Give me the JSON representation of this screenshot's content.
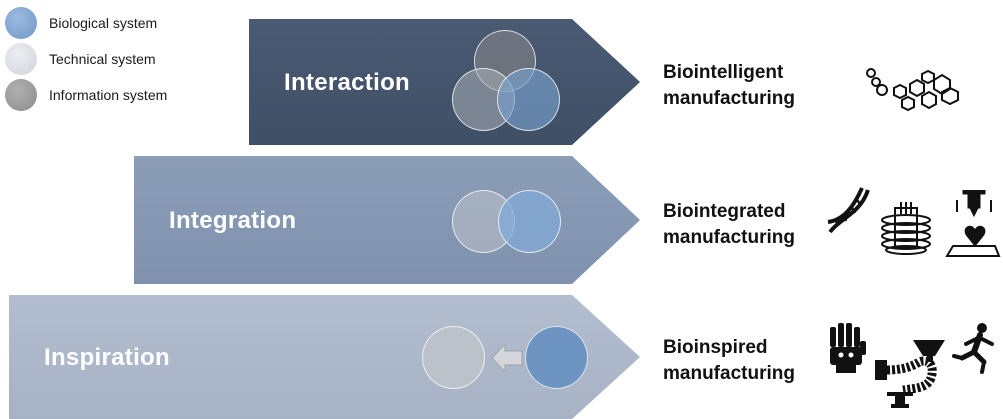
{
  "legend": [
    {
      "label": "Biological system",
      "color": "#7FA6D3"
    },
    {
      "label": "Technical system",
      "color": "#D9DCE1"
    },
    {
      "label": "Information system",
      "color": "#9A9A9A"
    }
  ],
  "levels": [
    {
      "title": "Interaction",
      "fill": "#44546A",
      "product": "Biointelligent\nmanufacturing"
    },
    {
      "title": "Integration",
      "fill": "#8597B1",
      "product": "Biointegrated\nmanufacturing"
    },
    {
      "title": "Inspiration",
      "fill": "#ADB9CA",
      "product": "Bioinspired\nmanufacturing"
    }
  ],
  "icons": {
    "interaction": [
      "hexagon-molecule-icon"
    ],
    "integration": [
      "dna-helix-icon",
      "bioreactor-coil-icon",
      "bioprinter-heart-icon"
    ],
    "inspiration": [
      "robotic-hand-icon",
      "robot-arm-gripper-icon",
      "running-person-icon"
    ]
  }
}
